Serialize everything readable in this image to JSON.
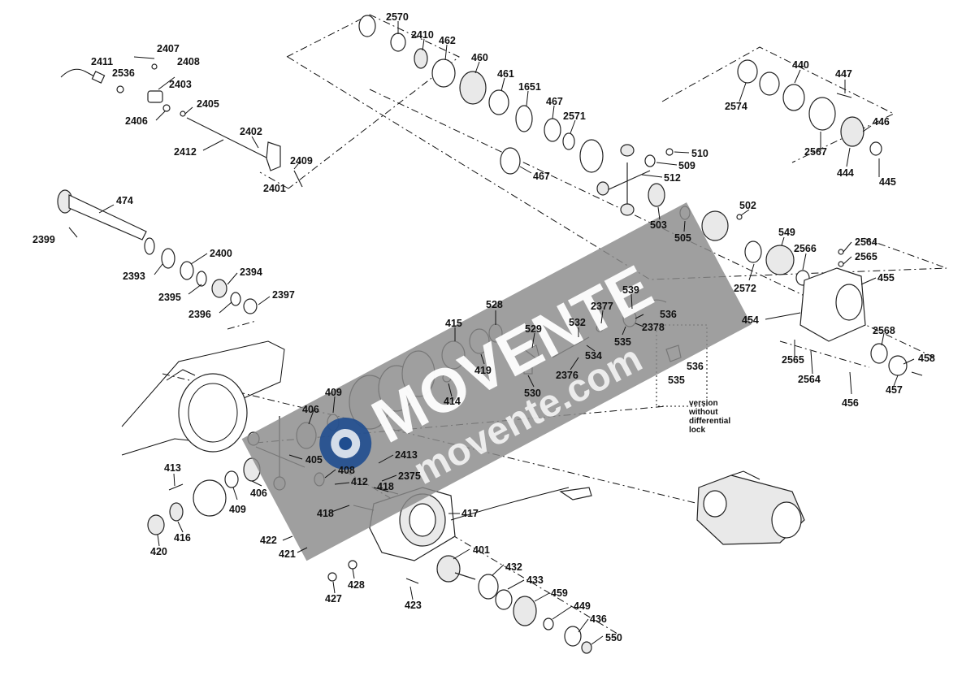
{
  "watermark": {
    "brand": "MOVENTE",
    "site": "movente.com"
  },
  "note": {
    "lines": [
      "version",
      "without",
      "differential",
      "lock"
    ]
  },
  "colors": {
    "watermark_band": "#8a8a8a",
    "watermark_text": "#ffffff",
    "watermark_logo": "#1f4d8f",
    "line": "#222222"
  },
  "callouts": {
    "c2570": "2570",
    "c2410": "2410",
    "c462": "462",
    "c460": "460",
    "c461": "461",
    "c1651": "1651",
    "c467a": "467",
    "c2571": "2571",
    "c467b": "467",
    "c2407": "2407",
    "c2408": "2408",
    "c2411": "2411",
    "c2536": "2536",
    "c2403": "2403",
    "c2405": "2405",
    "c2406": "2406",
    "c2402": "2402",
    "c2412": "2412",
    "c2409": "2409",
    "c2401": "2401",
    "c474": "474",
    "c2399": "2399",
    "c2400": "2400",
    "c2393": "2393",
    "c2394": "2394",
    "c2395": "2395",
    "c2396": "2396",
    "c2397": "2397",
    "c440": "440",
    "c447": "447",
    "c2574": "2574",
    "c446": "446",
    "c2567": "2567",
    "c444": "444",
    "c445": "445",
    "c510": "510",
    "c509": "509",
    "c512": "512",
    "c503": "503",
    "c502": "502",
    "c505": "505",
    "c549": "549",
    "c2566": "2566",
    "c2564a": "2564",
    "c2565a": "2565",
    "c2572": "2572",
    "c455": "455",
    "c454": "454",
    "c528": "528",
    "c415": "415",
    "c529": "529",
    "c539": "539",
    "c2377": "2377",
    "c536a": "536",
    "c532": "532",
    "c2378": "2378",
    "c535a": "535",
    "c534": "534",
    "c419": "419",
    "c2376": "2376",
    "c530": "530",
    "c414": "414",
    "c409a": "409",
    "c406a": "406",
    "c2568": "2568",
    "c458": "458",
    "c2565b": "2565",
    "c2564b": "2564",
    "c457": "457",
    "c456": "456",
    "c536b": "536",
    "c535b": "535",
    "c405": "405",
    "c408": "408",
    "c2413": "2413",
    "c2375": "2375",
    "c412": "412",
    "c418a": "418",
    "c418b": "418",
    "c417": "417",
    "c413": "413",
    "c406b": "406",
    "c409b": "409",
    "c416": "416",
    "c420": "420",
    "c422": "422",
    "c421": "421",
    "c401": "401",
    "c432": "432",
    "c433": "433",
    "c428": "428",
    "c427": "427",
    "c423": "423",
    "c459": "459",
    "c449": "449",
    "c436": "436",
    "c550": "550"
  }
}
